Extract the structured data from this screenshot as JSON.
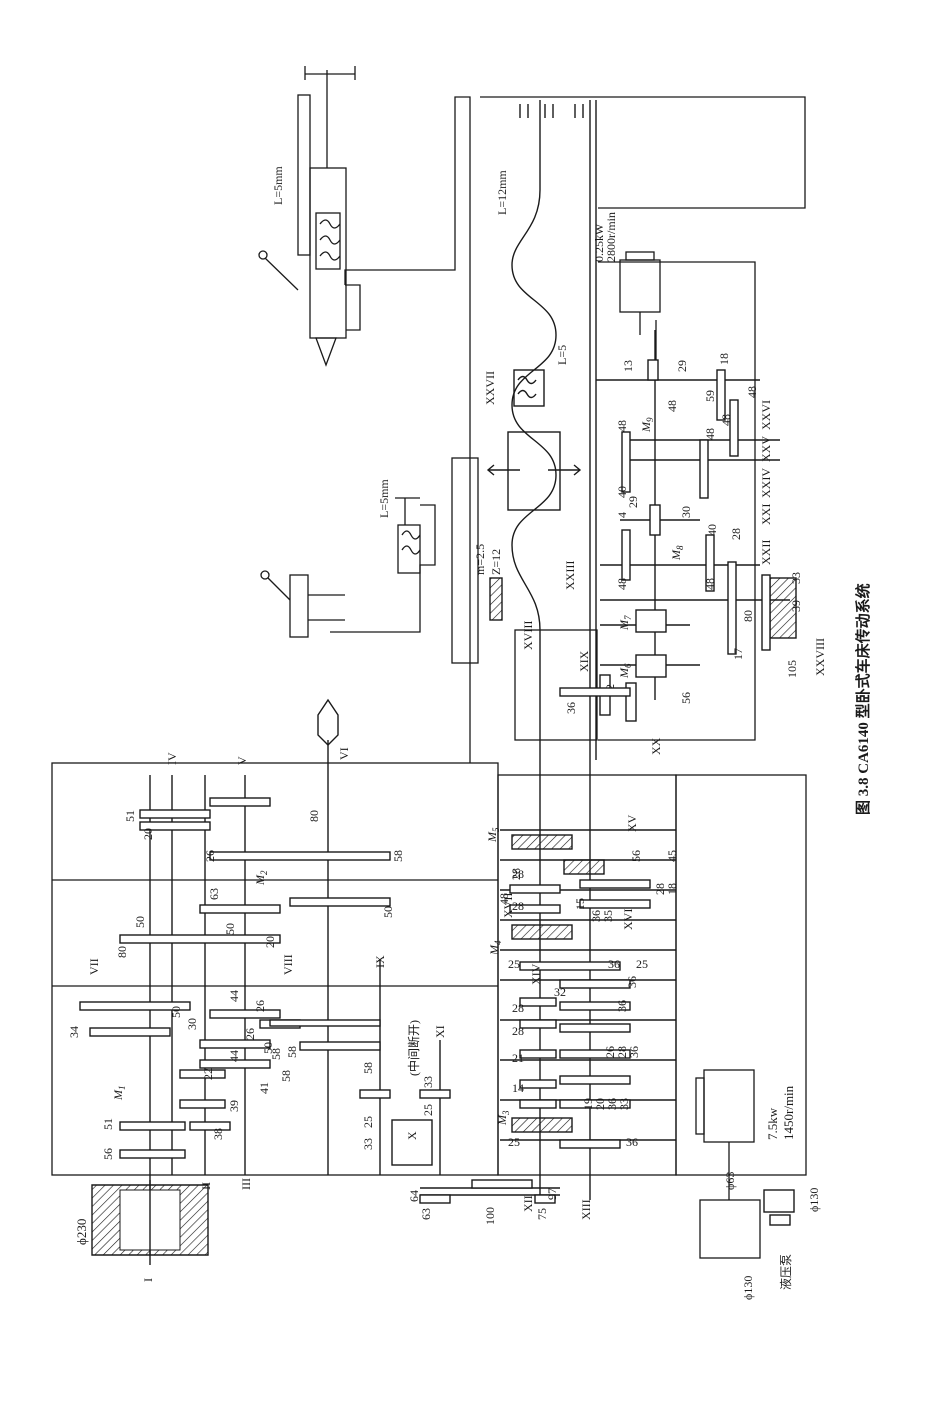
{
  "figure": {
    "caption": "图 3.8   CA6140 型卧式车床传动系统"
  },
  "motors": {
    "main_power": "7.5kw",
    "main_speed": "1450r/min",
    "feed_power": "0.25kW",
    "feed_speed": "2800r/min"
  },
  "pulleys": {
    "p230": "ϕ230",
    "p130_left": "ϕ130",
    "p63": "ϕ63",
    "p130_right": "ϕ130",
    "pump": "液压泵"
  },
  "leadscrews": {
    "tailstock_L": "L=5mm",
    "cross_L": "L=5mm",
    "long_L": "L=12mm",
    "apron_L": "L=5",
    "rack_m": "m=2.5",
    "rack_z": "Z=12"
  },
  "note_interrupt": "(中间断开)",
  "shafts": {
    "s1": "I",
    "s2": "II",
    "s3": "III",
    "s4": "IV",
    "s5": "V",
    "s6": "VI",
    "s7": "VII",
    "s8": "VIII",
    "s9": "IX",
    "s10": "X",
    "s11": "XI",
    "s12": "XII",
    "s13": "XIII",
    "s14": "XIV",
    "s15": "XV",
    "s16": "XVI",
    "s17": "XVII",
    "s18": "XVIII",
    "s19": "XIX",
    "s20": "XX",
    "s21": "XXI",
    "s22": "XXII",
    "s23": "XXIII",
    "s24": "XXIV",
    "s25": "XXV",
    "s26": "XXVI",
    "s27": "XXVII",
    "s28": "XXVIII"
  },
  "clutches": {
    "m1": "M",
    "m1s": "1",
    "m2": "M",
    "m2s": "2",
    "m3": "M",
    "m3s": "3",
    "m4": "M",
    "m4s": "4",
    "m5": "M",
    "m5s": "5",
    "m6": "M",
    "m6s": "6",
    "m7": "M",
    "m7s": "7",
    "m8": "M",
    "m8s": "8",
    "m9": "M",
    "m9s": "9"
  },
  "gear_numbers": {
    "headstock_II_III": [
      "56",
      "51",
      "38",
      "39",
      "22",
      "30",
      "41",
      "58",
      "50",
      "34"
    ],
    "headstock_upper": [
      "51",
      "20",
      "80",
      "50",
      "26",
      "63",
      "50",
      "20",
      "44",
      "44",
      "50",
      "58",
      "50",
      "80",
      "58"
    ],
    "headstock_mid": [
      "26",
      "58",
      "58",
      "25",
      "33",
      "33",
      "25",
      "26"
    ],
    "feedbox": [
      "25",
      "14",
      "21",
      "28",
      "28",
      "32",
      "25",
      "28",
      "28",
      "36",
      "36",
      "36",
      "19",
      "20",
      "36",
      "33",
      "26",
      "28",
      "36",
      "36",
      "25",
      "35",
      "36",
      "15",
      "48",
      "28",
      "18",
      "45",
      "56",
      "28"
    ],
    "change_gears": [
      "63",
      "100",
      "75",
      "64",
      "97"
    ],
    "apron": [
      "36",
      "32",
      "56",
      "17",
      "80",
      "105",
      "39",
      "33",
      "48",
      "48",
      "48",
      "4",
      "29",
      "40",
      "40",
      "30",
      "28",
      "48",
      "48",
      "59",
      "48",
      "18",
      "13",
      "29",
      "48"
    ]
  }
}
